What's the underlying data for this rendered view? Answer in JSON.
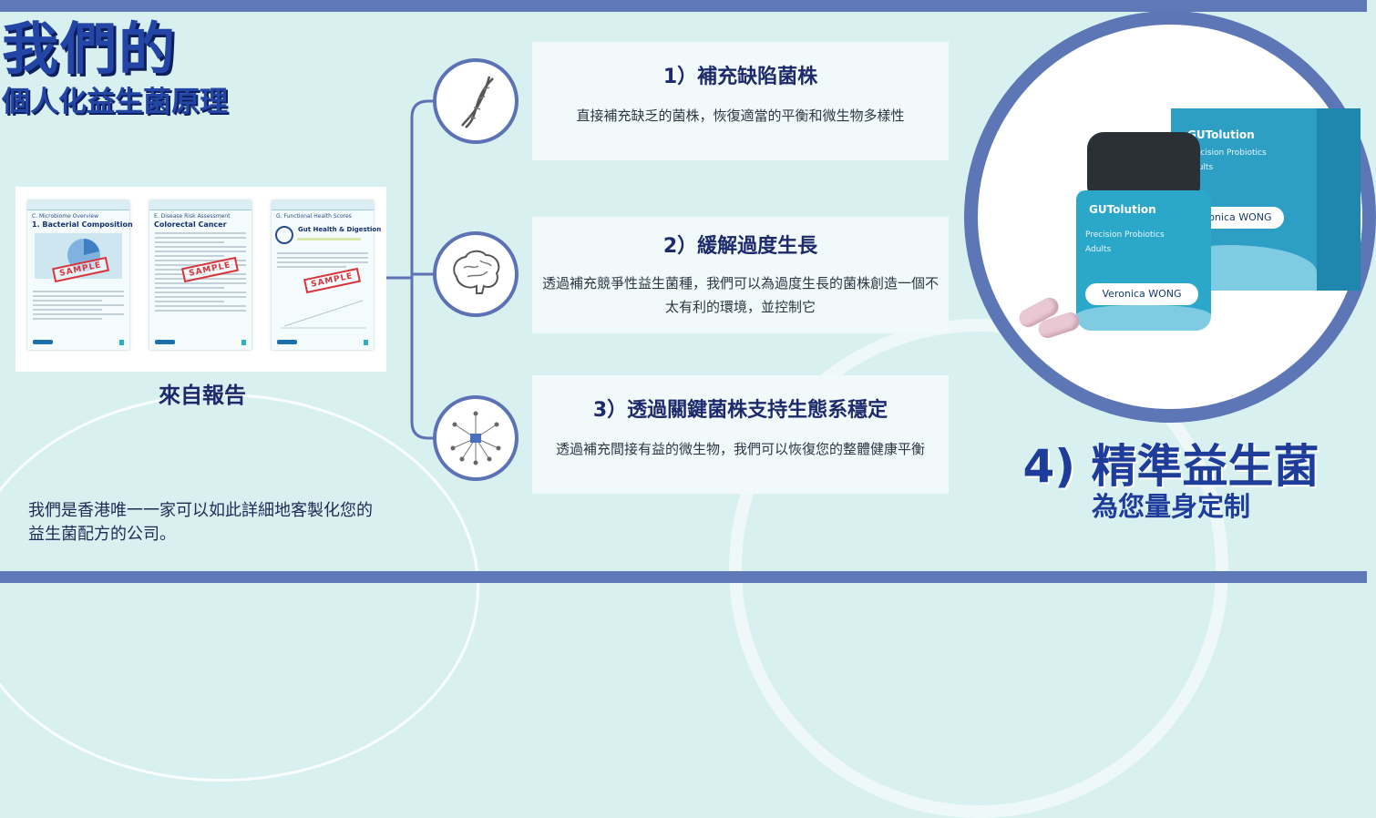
{
  "title": {
    "main": "我們的",
    "sub": "個人化益生菌原理"
  },
  "report": {
    "caption": "來自報告",
    "pages": [
      {
        "heading": "C. Microbiome Overview",
        "title": "1. Bacterial Composition",
        "stamp": "SAMPLE"
      },
      {
        "heading": "E. Disease Risk Assessment",
        "title": "Colorectal Cancer",
        "stamp": "SAMPLE"
      },
      {
        "heading": "G. Functional Health Scores",
        "title": "Gut Health & Digestion",
        "stamp": "SAMPLE"
      }
    ]
  },
  "company_text": "我們是香港唯一一家可以如此詳細地客製化您的益生菌配方的公司。",
  "cards": [
    {
      "title": "1）補充缺陷菌株",
      "body": "直接補充缺乏的菌株，恢復適當的平衡和微生物多樣性",
      "icon": "dna-icon"
    },
    {
      "title": "2）緩解過度生長",
      "body": "透過補充競爭性益生菌種，我們可以為過度生長的菌株創造一個不太有利的環境，並控制它",
      "icon": "brain-icon"
    },
    {
      "title": "3）透過關鍵菌株支持生態系穩定",
      "body": "透過補充間接有益的微生物，我們可以恢復您的整體健康平衡",
      "icon": "network-icon"
    }
  ],
  "product": {
    "brand": "GUTolution",
    "line": "Precision Probiotics",
    "variant": "Adults",
    "customer": "Veronica WONG"
  },
  "headline": "4) 精準益生菌",
  "subheadline": "為您量身定制",
  "colors": {
    "band": "#5f78b8",
    "background": "#d9f0f0",
    "title_blue": "#2346a6",
    "navy": "#1d2a6b",
    "stamp_red": "#d8343b"
  }
}
